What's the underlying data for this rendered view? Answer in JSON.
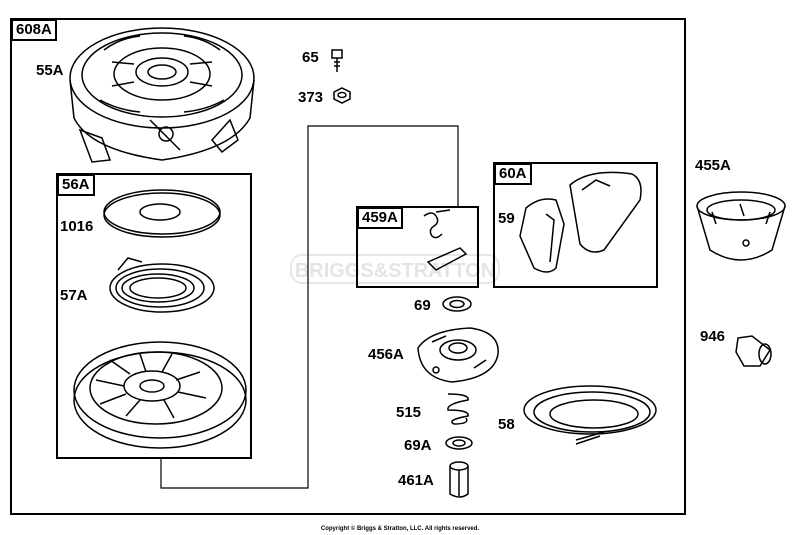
{
  "groups": {
    "outer": "608A",
    "cover": "56A",
    "clip": "459A",
    "handle": "60A"
  },
  "parts": {
    "p55A": "55A",
    "p65": "65",
    "p373": "373",
    "p1016": "1016",
    "p57A": "57A",
    "p459A_label": "459A",
    "p59": "59",
    "p69": "69",
    "p456A": "456A",
    "p515": "515",
    "p69A": "69A",
    "p461A": "461A",
    "p58": "58",
    "p455A": "455A",
    "p946": "946"
  },
  "watermark": "BRIGGS&STRATTON",
  "copyright": "Copyright © Briggs & Stratton, LLC. All rights reserved."
}
